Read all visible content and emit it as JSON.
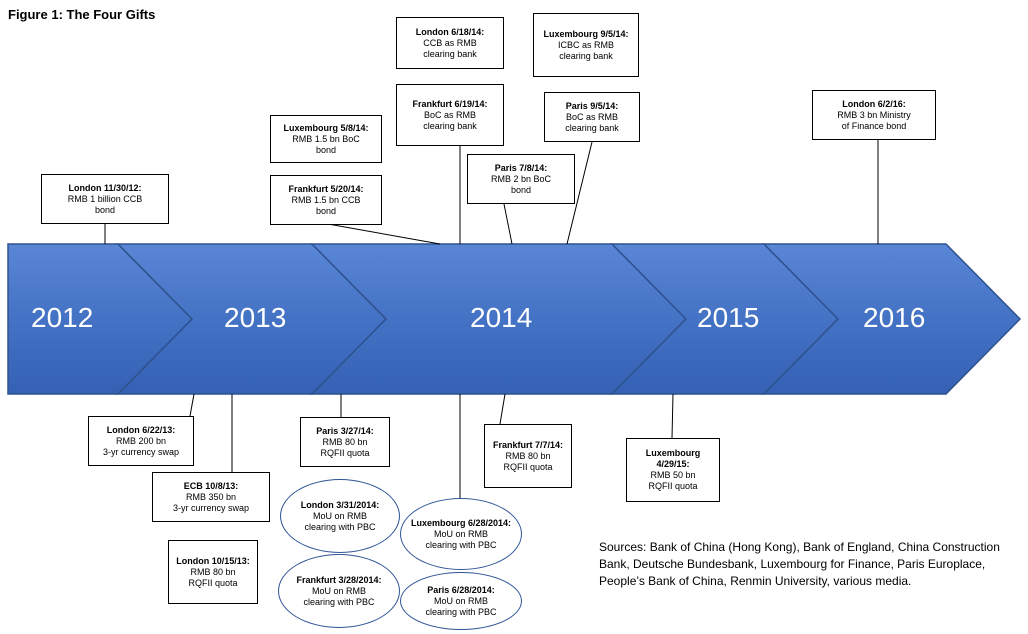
{
  "title": "Figure 1: The Four Gifts",
  "years": [
    "2012",
    "2013",
    "2014",
    "2015",
    "2016"
  ],
  "top_events": {
    "london_2012": {
      "head": "London 11/30/12:",
      "body": [
        "RMB 1 billion CCB",
        "bond"
      ]
    },
    "lux_5814": {
      "head": "Luxembourg 5/8/14:",
      "body": [
        "RMB 1.5 bn BoC",
        "bond"
      ]
    },
    "frank_52014": {
      "head": "Frankfurt 5/20/14:",
      "body": [
        "RMB 1.5 bn CCB",
        "bond"
      ]
    },
    "london_61814": {
      "head": "London 6/18/14:",
      "body": [
        "CCB as RMB",
        "clearing bank"
      ]
    },
    "frank_61914": {
      "head": "Frankfurt 6/19/14:",
      "body": [
        "BoC as RMB",
        "clearing bank"
      ]
    },
    "paris_7814": {
      "head": "Paris 7/8/14:",
      "body": [
        "RMB 2 bn BoC",
        "bond"
      ]
    },
    "lux_9514": {
      "head": "Luxembourg 9/5/14:",
      "body": [
        "ICBC as RMB",
        "clearing bank"
      ]
    },
    "paris_9514": {
      "head": "Paris 9/5/14:",
      "body": [
        "BoC as RMB",
        "clearing bank"
      ]
    },
    "london_6216": {
      "head": "London 6/2/16:",
      "body": [
        "RMB 3 bn Ministry",
        "of Finance bond"
      ]
    }
  },
  "bottom_events": {
    "london_62213": {
      "head": "London 6/22/13:",
      "body": [
        "RMB 200 bn",
        "3-yr currency swap"
      ]
    },
    "ecb_10813": {
      "head": "ECB 10/8/13:",
      "body": [
        "RMB 350 bn",
        "3-yr currency swap"
      ]
    },
    "london_101513": {
      "head": "London 10/15/13:",
      "body": [
        "RMB 80 bn",
        "RQFII quota"
      ]
    },
    "paris_32714": {
      "head": "Paris 3/27/14:",
      "body": [
        "RMB 80 bn",
        "RQFII quota"
      ]
    },
    "london_33114": {
      "head": "London 3/31/2014:",
      "body": [
        "MoU on RMB",
        "clearing with PBC"
      ]
    },
    "frank_32814": {
      "head": "Frankfurt 3/28/2014:",
      "body": [
        "MoU on RMB",
        "clearing with PBC"
      ]
    },
    "lux_62814": {
      "head": "Luxembourg 6/28/2014:",
      "body": [
        "MoU on RMB",
        "clearing with PBC"
      ]
    },
    "paris_62814": {
      "head": "Paris 6/28/2014:",
      "body": [
        "MoU on RMB",
        "clearing with PBC"
      ]
    },
    "frank_7714": {
      "head": "Frankfurt 7/7/14:",
      "body": [
        "RMB 80 bn",
        "RQFII quota"
      ]
    },
    "lux_42915": {
      "head": "Luxembourg 4/29/15:",
      "body": [
        "RMB 50 bn",
        "RQFII quota"
      ]
    }
  },
  "sources": "Sources: Bank of China (Hong Kong), Bank of England, China Construction Bank, Deutsche Bundesbank, Luxembourg for Finance, Paris Europlace, People’s Bank of China, Renmin University, various media.",
  "colors": {
    "arrow_fill": "#4472c4",
    "arrow_light": "#6f95d8",
    "arrow_stroke": "#2f528f",
    "oval_border": "#2f5597"
  }
}
